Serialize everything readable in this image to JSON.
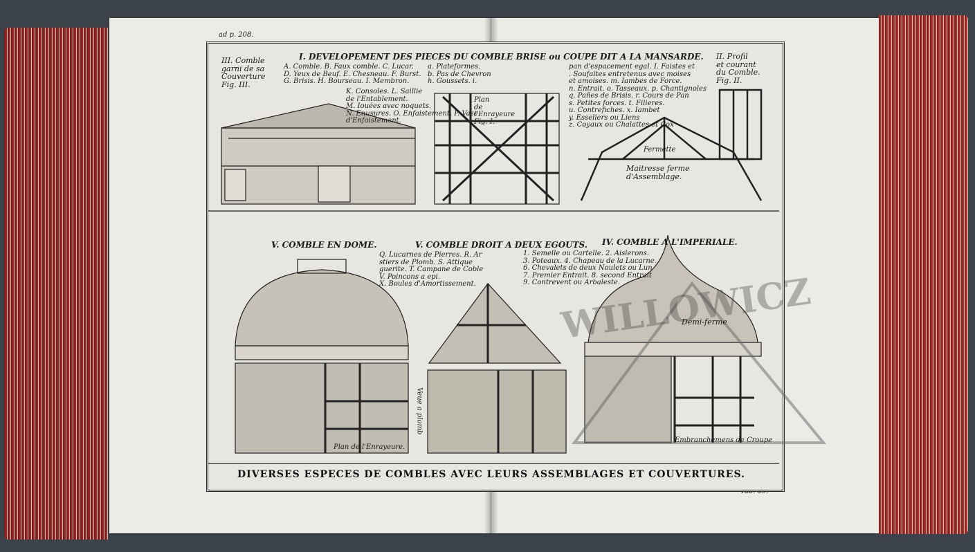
{
  "page_ref": "ad p. 208.",
  "plate_number": "Tab. 89.",
  "caption": "DIVERSES ESPECES DE COMBLES AVEC LEURS ASSEMBLAGES ET COUVERTURES.",
  "top_title": "I. DEVELOPEMENT DES PIECES DU COMBLE BRISE ou COUPE DIT A LA MANSARDE.",
  "fig3_title": "III. Comble\ngarni de sa\nCouverture\nFig. III.",
  "fig2_title": "II. Profil\net courant\ndu Comble.\nFig. II.",
  "legend_top_left": "A. Comble. B. Faux comble. C. Lucar.\nD. Yeux de Beuf. E. Chesneau. F. Burst.\nG. Brisis. H. Bourseau. I. Membron.",
  "legend_top_left2": "K. Consoles. L. Saillie\nde l'Entablement.\nM. Iouées avec noquets.\nN. Enusures. O. Enfaistement. P. Vase\nd'Enfaistement.",
  "legend_top_mid": "a. Plateformes.\nb. Pas de Chevron\nh. Goussets. i.",
  "legend_top_right": "pan d'espacement egal. I. Faistes et\n. Soufaites entretenus avec moises\net amoises. m. Iambes de Force.\nn. Entrait. o. Tasseaux. p. Chantignoles\nq. Pañes de Brisis. r. Cours de Pan\ns. Petites forces. t. Filieres.\nu. Contrefiches. x. Iambet\ny. Esseliers ou Liens\nz. Coyaux ou Chalattes et Cox",
  "plan_label": "Plan\nde\nl'Enrayeure\nFig. I.",
  "maitresse_label": "Maitresse ferme\nd'Assemblage.",
  "fermette_label": "Fermette",
  "fig5_title": "V. COMBLE EN DOME.",
  "fig5b_title": "V. COMBLE DROIT A DEUX EGOUTS.",
  "fig4_title": "IV. COMBLE A L'IMPERIALE.",
  "legend_bottom_mid": "Q. Lucarnes de Pierres. R. Ar\nstiers de Plomb. S. Attique\nguerite. T. Campane de Coble\nV. Poincons a epi.\nX. Boules d'Amortissement.",
  "legend_bottom_right": "1. Semelle ou Cartelle. 2. Aislerons.\n3. Poteaux. 4. Chapeau de la Lucarne.\n6. Chevalets de deux Noulets ou Lun\n7. Premier Entrait. 8. second Entrait\n9. Contrevent ou Arbaleste.",
  "plan_enrayeure": "Plan de l'Enrayeure.",
  "veue_a_plomb": "Veue a plomb",
  "embranchemens": "Embranchemens de Croupe",
  "demi_ferme": "Demi-ferme",
  "watermark": "WILLOWICZ"
}
